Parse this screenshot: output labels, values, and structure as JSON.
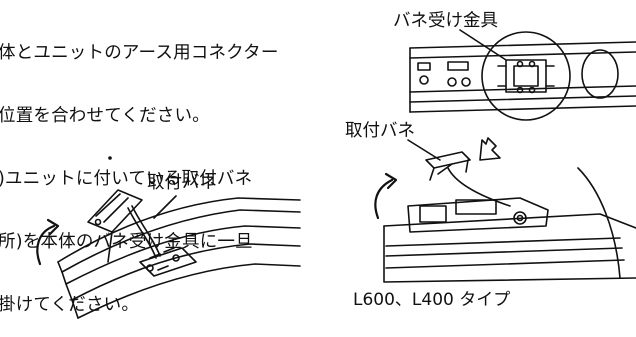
{
  "instructions": {
    "line1": "体とユニットのアース用コネクター",
    "line2": "位置を合わせてください。",
    "line3": ")ユニットに付いている取付バネ",
    "line4": "所)を本体のバネ受け金具に一旦",
    "line5": "掛けてください。"
  },
  "labels": {
    "spring_receiver": "バネ受け金具",
    "mounting_spring_left": "取付バネ",
    "mounting_spring_right": "取付バネ",
    "model_type": "L600、L400 タイプ"
  },
  "colors": {
    "line": "#111111",
    "background": "#ffffff"
  }
}
